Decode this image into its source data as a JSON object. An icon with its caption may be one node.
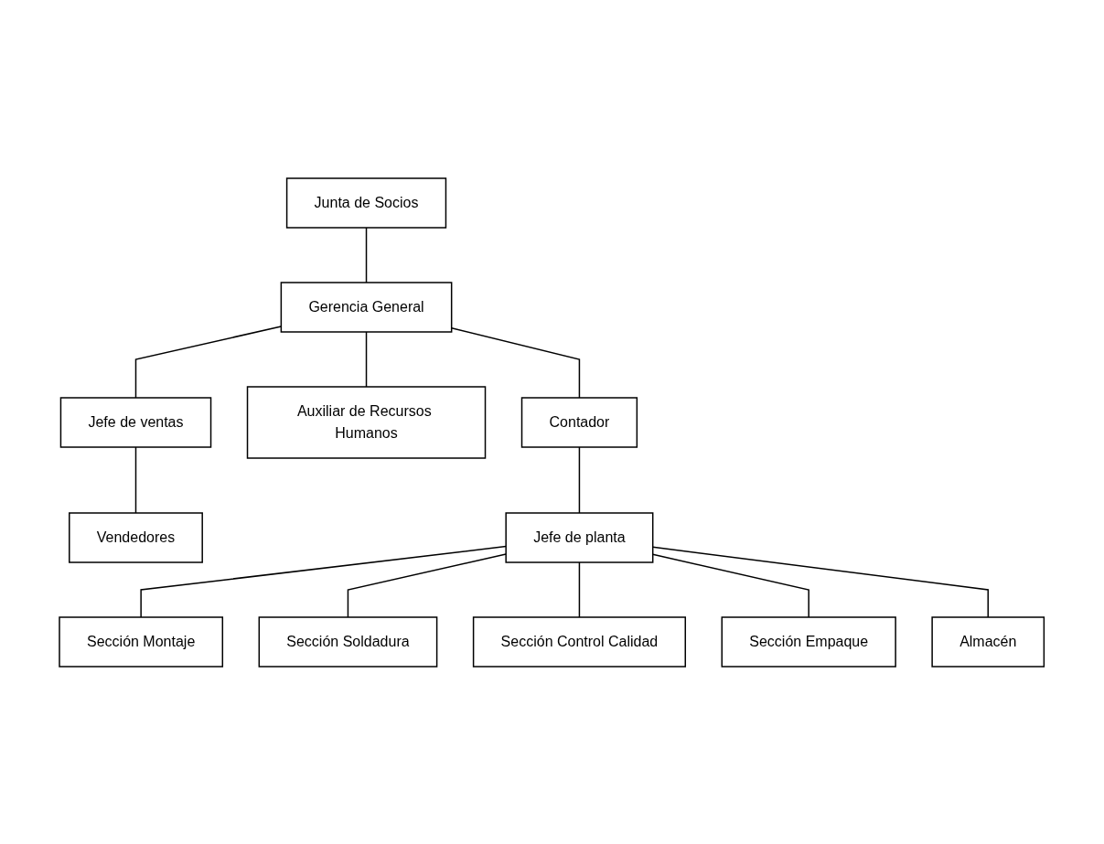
{
  "diagram": {
    "nodes": [
      {
        "text": [
          "Junta de Socios"
        ]
      },
      {
        "text": [
          "Jefe de ventas"
        ]
      },
      {
        "text": [
          "Gerencia General"
        ]
      },
      {
        "text": [
          "Auxiliar de Recursos Humanos"
        ]
      },
      {
        "text": [
          "Vendedores"
        ]
      },
      {
        "text": [
          "Contador"
        ]
      },
      {
        "text": [
          "Jefe de planta"
        ]
      },
      {
        "text": [
          "Sección Montaje"
        ]
      },
      {
        "text": [
          "Sección Soldadura"
        ]
      },
      {
        "text": [
          "Sección Control Calidad"
        ]
      },
      {
        "text": [
          "Sección Empaque"
        ]
      },
      {
        "text": [
          "Almacén"
        ]
      }
    ],
    "edges": [
      {
        "from": 0,
        "to": 2,
        "arrow": "none"
      },
      {
        "from": 2,
        "to": 1,
        "arrow": "none"
      },
      {
        "from": 2,
        "to": 3,
        "arrow": "none"
      },
      {
        "from": 1,
        "to": 4,
        "arrow": "none"
      },
      {
        "from": 2,
        "to": 5,
        "arrow": "none"
      },
      {
        "from": 5,
        "to": 6,
        "arrow": "none"
      },
      {
        "from": 6,
        "to": 7,
        "arrow": "none"
      },
      {
        "from": 6,
        "to": 8,
        "arrow": "none"
      },
      {
        "from": 6,
        "to": 9,
        "arrow": "none"
      },
      {
        "from": 6,
        "to": 10,
        "arrow": "none"
      },
      {
        "from": 6,
        "to": 11,
        "arrow": "none"
      }
    ]
  }
}
